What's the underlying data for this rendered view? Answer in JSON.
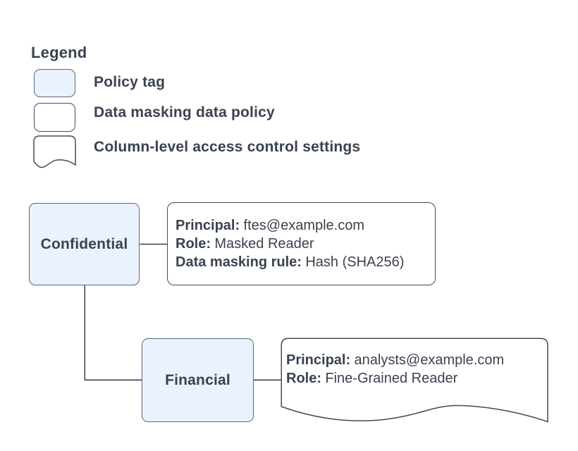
{
  "colors": {
    "background": "#ffffff",
    "policy_tag_fill": "#eaf2fd",
    "policy_tag_border": "#5d6678",
    "card_border": "#424b59",
    "connector": "#353e4d",
    "ink": "#3a4250"
  },
  "legend": {
    "title": "Legend",
    "items": [
      {
        "swatch": "policy-tag",
        "label": "Policy tag"
      },
      {
        "swatch": "data-masking-data-policy",
        "label": "Data masking data policy"
      },
      {
        "swatch": "column-level-access-control",
        "label": "Column-level access control settings"
      }
    ]
  },
  "diagram": {
    "policy_tags": [
      {
        "label": "Confidential"
      },
      {
        "label": "Financial"
      }
    ],
    "masking_policy": {
      "fields": [
        {
          "label": "Principal:",
          "value": "ftes@example.com"
        },
        {
          "label": "Role:",
          "value": "Masked Reader"
        },
        {
          "label": "Data masking rule:",
          "value": "Hash (SHA256)"
        }
      ]
    },
    "column_acl": {
      "fields": [
        {
          "label": "Principal:",
          "value": "analysts@example.com"
        },
        {
          "label": "Role:",
          "value": "Fine-Grained Reader"
        }
      ]
    }
  }
}
